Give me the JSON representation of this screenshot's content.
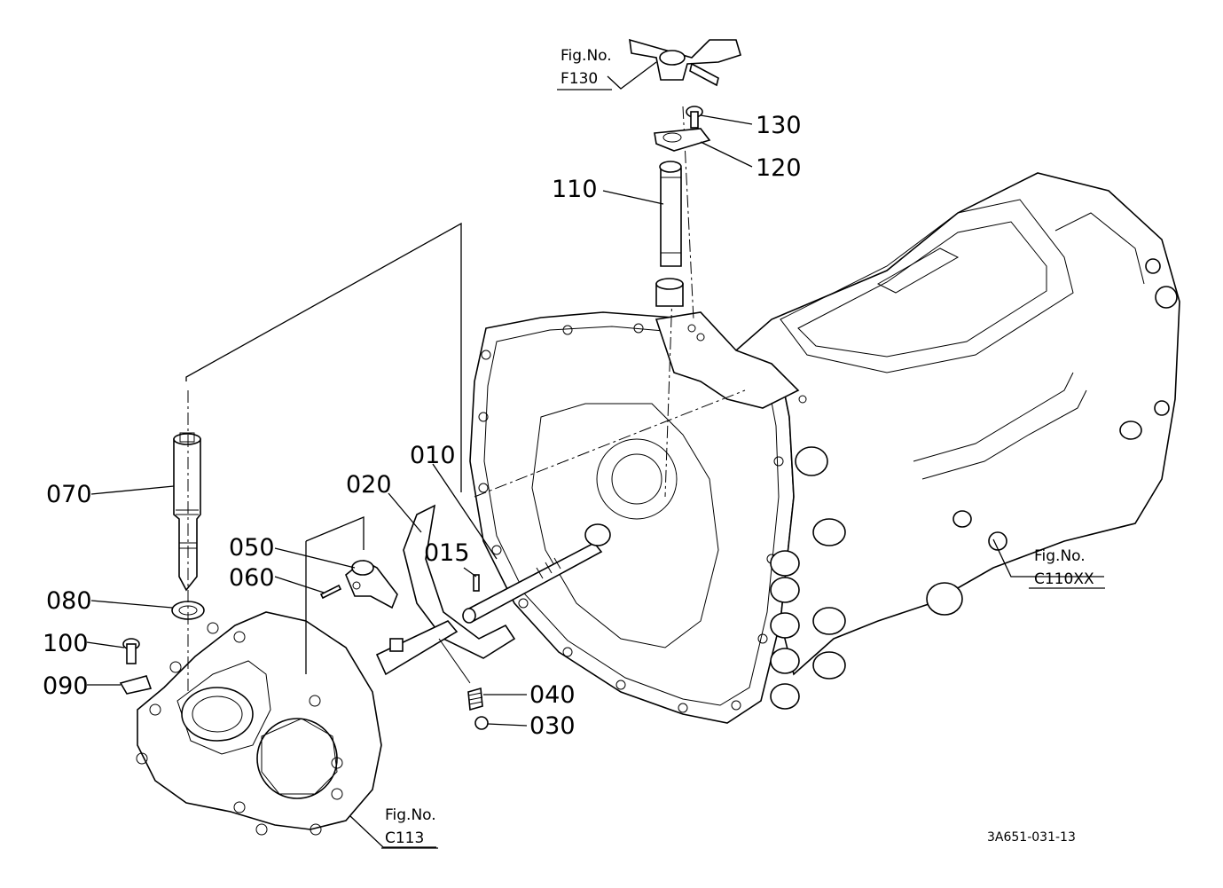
{
  "drawing": {
    "code": "3A651-031-13",
    "part_labels": [
      "010",
      "015",
      "020",
      "030",
      "040",
      "050",
      "060",
      "070",
      "080",
      "090",
      "100",
      "110",
      "120",
      "130"
    ],
    "fig_refs": [
      {
        "prefix": "Fig.No.",
        "number": "F130"
      },
      {
        "prefix": "Fig.No.",
        "number": "C110XX"
      },
      {
        "prefix": "Fig.No.",
        "number": "C113"
      }
    ]
  },
  "icons": [
    "transmission-case-icon",
    "side-cover-icon",
    "shift-shaft-icon",
    "shift-fork-icon",
    "shift-arm-icon",
    "spring-icon",
    "ball-icon",
    "bolt-icon",
    "washer-icon",
    "oil-seal-icon",
    "collar-icon",
    "bushing-icon",
    "lever-icon",
    "plate-icon"
  ]
}
